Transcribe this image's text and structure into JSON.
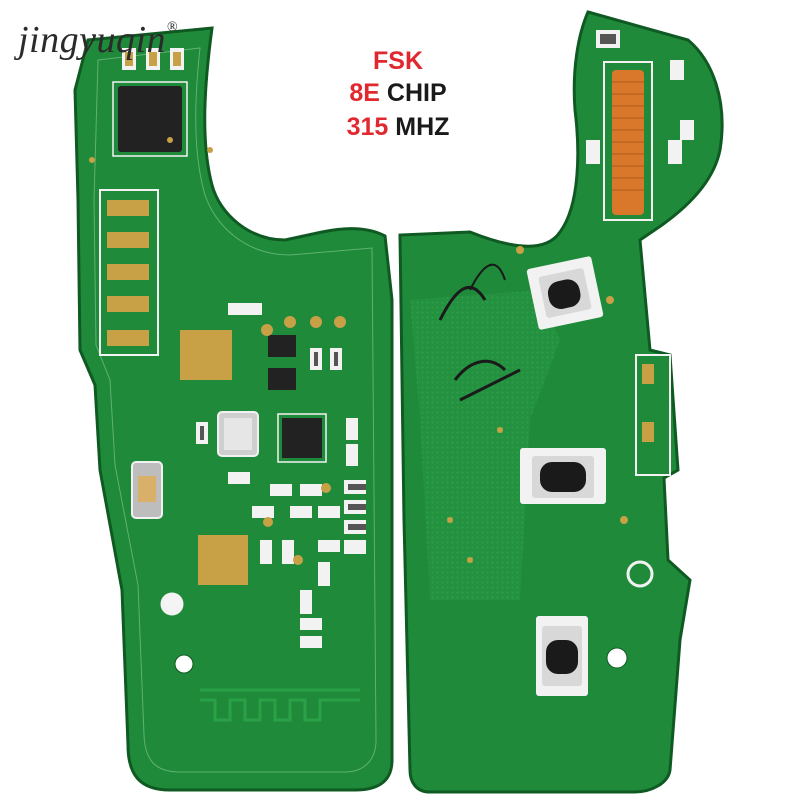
{
  "watermark": {
    "brand": "jingyuqin",
    "mark": "®"
  },
  "spec": {
    "line1": "FSK",
    "line2_highlight": "8E",
    "line2_rest": " CHIP",
    "line3_highlight": "315",
    "line3_rest": " MHZ"
  },
  "colors": {
    "pcb": "#1f8a3a",
    "pcb_dark": "#146a2a",
    "pcb_edge": "#0f5a22",
    "silkscreen": "#f2f2f2",
    "gold": "#c8a046",
    "accent_red": "#e0282e",
    "coil": "#d9782a"
  }
}
